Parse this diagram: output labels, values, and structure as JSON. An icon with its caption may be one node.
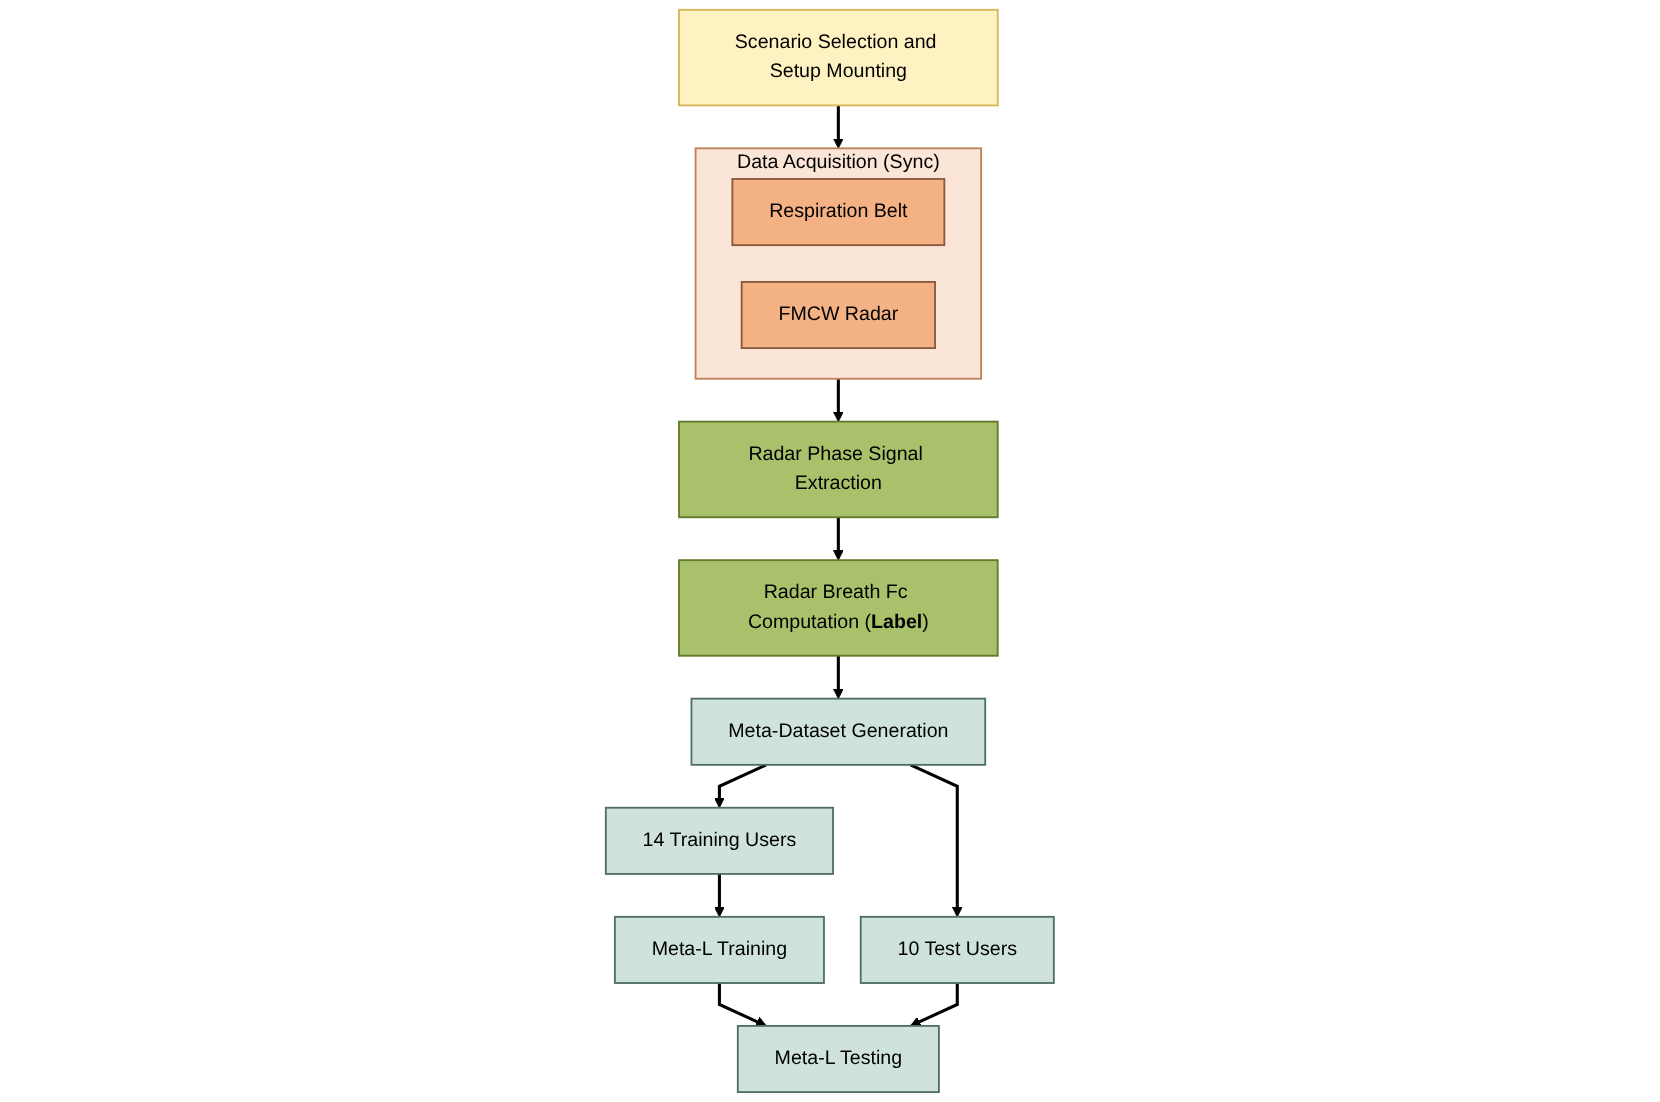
{
  "diagram": {
    "nodes": [
      {
        "text": [
          "Scenario Selection and Setup Mounting"
        ]
      },
      {
        "text": [
          "Data Acquisition (Sync)"
        ]
      },
      {
        "text": [
          "Respiration Belt"
        ],
        "in": 1
      },
      {
        "text": [
          "FMCW Radar"
        ],
        "in": 1
      },
      {
        "text": [
          "Radar Phase Signal Extraction"
        ]
      },
      {
        "text": [
          "Radar Breath Fc Computation (**Label**)"
        ]
      },
      {
        "text": [
          "Meta-Dataset Generation"
        ]
      },
      {
        "text": [
          "14 Training Users"
        ]
      },
      {
        "text": [
          "10 Test Users"
        ]
      },
      {
        "text": [
          "Meta-L Training"
        ]
      },
      {
        "text": [
          "Meta-L Testing"
        ]
      }
    ],
    "edges": [
      {
        "from": 0,
        "to": 1,
        "arrow": "to"
      },
      {
        "from": 1,
        "to": 4,
        "arrow": "to"
      },
      {
        "from": 4,
        "to": 5,
        "arrow": "to"
      },
      {
        "from": 5,
        "to": 6,
        "arrow": "to"
      },
      {
        "from": 6,
        "to": 7,
        "arrow": "to"
      },
      {
        "from": 6,
        "to": 8,
        "arrow": "to"
      },
      {
        "from": 7,
        "to": 9,
        "arrow": "to"
      },
      {
        "from": 9,
        "to": 10,
        "arrow": "to"
      },
      {
        "from": 8,
        "to": 10,
        "arrow": "to"
      }
    ]
  }
}
